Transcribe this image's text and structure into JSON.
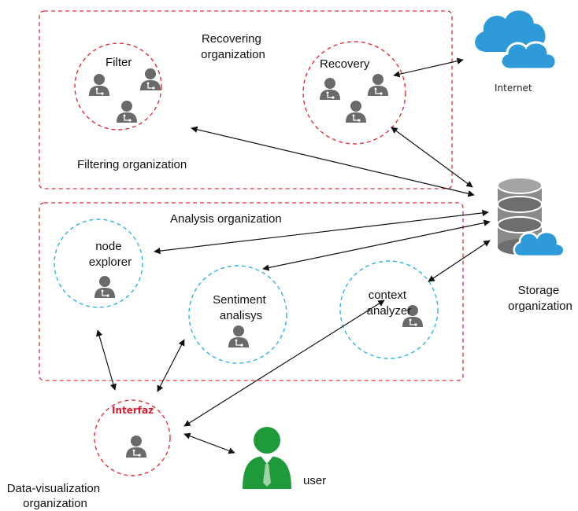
{
  "groups": {
    "recovering_label": [
      "Recovering",
      "organization"
    ],
    "filtering_label": "Filtering organization",
    "analysis_label": "Analysis organization"
  },
  "agents": {
    "filter": "Filter",
    "recovery": "Recovery",
    "node_explorer": [
      "node",
      "explorer"
    ],
    "sentiment": [
      "Sentiment",
      "analisys"
    ],
    "context": [
      "context",
      "analyzer"
    ],
    "interfaz": "Interfaz"
  },
  "external": {
    "internet": "Internet",
    "storage": [
      "Storage",
      "organization"
    ],
    "user": "user",
    "data_vis": [
      "Data-visualization",
      "organization"
    ]
  },
  "colors": {
    "red_dash": "#e0303d",
    "blue_dash": "#2fb3e0",
    "cloud": "#2e9bd8",
    "agent": "#666666",
    "user_green": "#1f9a3a",
    "db_gray": "#777777"
  }
}
